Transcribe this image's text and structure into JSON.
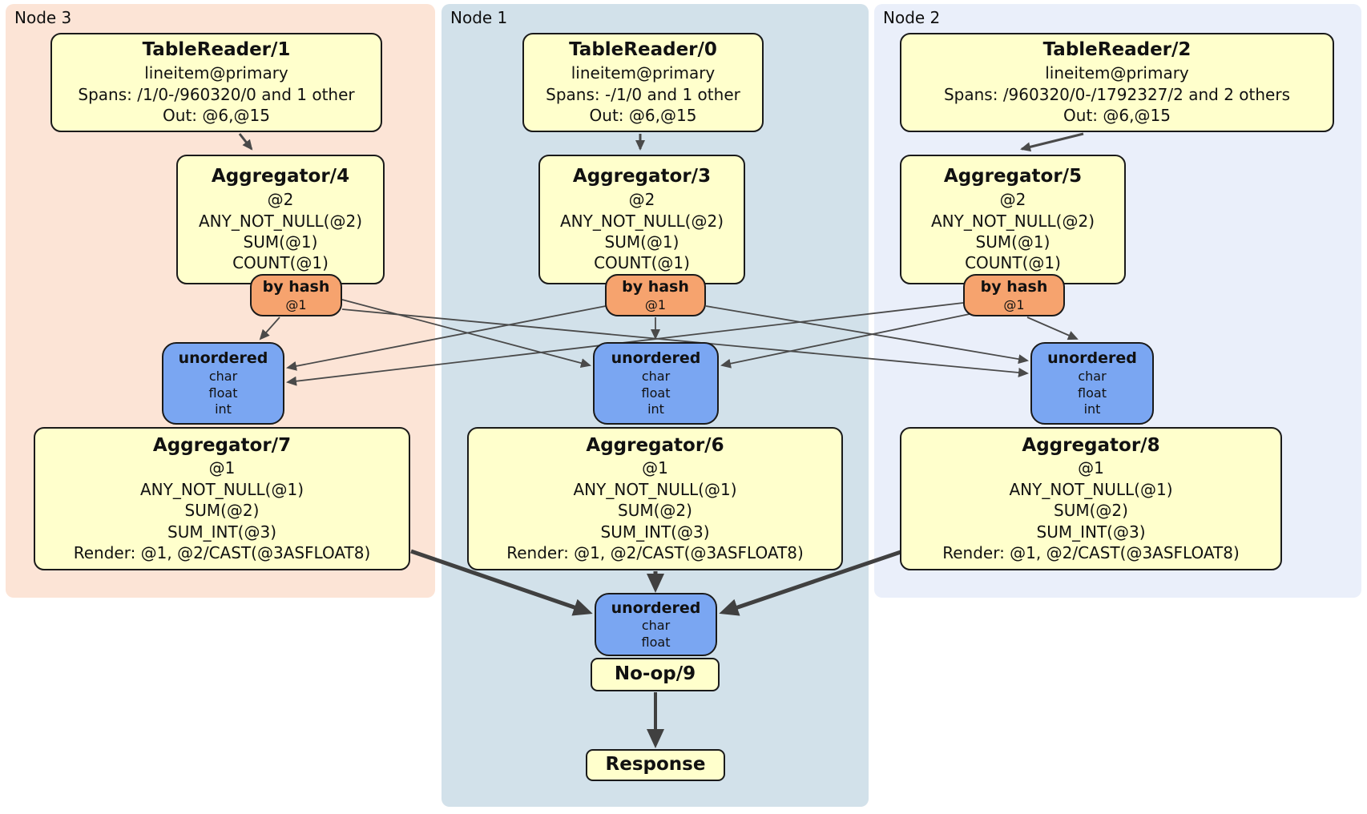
{
  "panels": [
    {
      "id": "node3",
      "label": "Node 3",
      "bg": "#fce4d6"
    },
    {
      "id": "node1",
      "label": "Node 1",
      "bg": "#d2e1ea"
    },
    {
      "id": "node2",
      "label": "Node 2",
      "bg": "#eaeffa"
    }
  ],
  "processors": {
    "tablereader1": {
      "title": "TableReader/1",
      "details": [
        "lineitem@primary",
        "Spans: /1/0-/960320/0 and 1 other",
        "Out: @6,@15"
      ]
    },
    "tablereader0": {
      "title": "TableReader/0",
      "details": [
        "lineitem@primary",
        "Spans: -/1/0 and 1 other",
        "Out: @6,@15"
      ]
    },
    "tablereader2": {
      "title": "TableReader/2",
      "details": [
        "lineitem@primary",
        "Spans: /960320/0-/1792327/2 and 2 others",
        "Out: @6,@15"
      ]
    },
    "aggregator4": {
      "title": "Aggregator/4",
      "details": [
        "@2",
        "ANY_NOT_NULL(@2)",
        "SUM(@1)",
        "COUNT(@1)"
      ]
    },
    "aggregator3": {
      "title": "Aggregator/3",
      "details": [
        "@2",
        "ANY_NOT_NULL(@2)",
        "SUM(@1)",
        "COUNT(@1)"
      ]
    },
    "aggregator5": {
      "title": "Aggregator/5",
      "details": [
        "@2",
        "ANY_NOT_NULL(@2)",
        "SUM(@1)",
        "COUNT(@1)"
      ]
    },
    "aggregator7": {
      "title": "Aggregator/7",
      "details": [
        "@1",
        "ANY_NOT_NULL(@1)",
        "SUM(@2)",
        "SUM_INT(@3)",
        "Render: @1, @2/CAST(@3ASFLOAT8)"
      ]
    },
    "aggregator6": {
      "title": "Aggregator/6",
      "details": [
        "@1",
        "ANY_NOT_NULL(@1)",
        "SUM(@2)",
        "SUM_INT(@3)",
        "Render: @1, @2/CAST(@3ASFLOAT8)"
      ]
    },
    "aggregator8": {
      "title": "Aggregator/8",
      "details": [
        "@1",
        "ANY_NOT_NULL(@1)",
        "SUM(@2)",
        "SUM_INT(@3)",
        "Render: @1, @2/CAST(@3ASFLOAT8)"
      ]
    },
    "noop9": {
      "title": "No-op/9"
    },
    "response": {
      "title": "Response"
    }
  },
  "routers": {
    "byhash_node3": {
      "title": "by hash",
      "key": "@1"
    },
    "byhash_node1": {
      "title": "by hash",
      "key": "@1"
    },
    "byhash_node2": {
      "title": "by hash",
      "key": "@1"
    }
  },
  "streams": {
    "unordered_node3": {
      "title": "unordered",
      "types": [
        "char",
        "float",
        "int"
      ]
    },
    "unordered_node1": {
      "title": "unordered",
      "types": [
        "char",
        "float",
        "int"
      ]
    },
    "unordered_node2": {
      "title": "unordered",
      "types": [
        "char",
        "float",
        "int"
      ]
    },
    "unordered_final": {
      "title": "unordered",
      "types": [
        "char",
        "float"
      ]
    }
  },
  "edges": [
    {
      "from": "TableReader/1",
      "to": "Aggregator/4"
    },
    {
      "from": "TableReader/0",
      "to": "Aggregator/3"
    },
    {
      "from": "TableReader/2",
      "to": "Aggregator/5"
    },
    {
      "from": "by hash (Node 3)",
      "to": "unordered (Node 3)"
    },
    {
      "from": "by hash (Node 3)",
      "to": "unordered (Node 1)"
    },
    {
      "from": "by hash (Node 3)",
      "to": "unordered (Node 2)"
    },
    {
      "from": "by hash (Node 1)",
      "to": "unordered (Node 1)"
    },
    {
      "from": "by hash (Node 1)",
      "to": "unordered (Node 3)"
    },
    {
      "from": "by hash (Node 1)",
      "to": "unordered (Node 2)"
    },
    {
      "from": "by hash (Node 2)",
      "to": "unordered (Node 2)"
    },
    {
      "from": "by hash (Node 2)",
      "to": "unordered (Node 3)"
    },
    {
      "from": "by hash (Node 2)",
      "to": "unordered (Node 1)"
    },
    {
      "from": "Aggregator/7",
      "to": "unordered (final)"
    },
    {
      "from": "Aggregator/6",
      "to": "unordered (final)"
    },
    {
      "from": "Aggregator/8",
      "to": "unordered (final)"
    },
    {
      "from": "No-op/9",
      "to": "Response"
    }
  ],
  "colors": {
    "panel_node3_bg": "#fce4d6",
    "panel_node1_bg": "#d2e1ea",
    "panel_node2_bg": "#eaeffa",
    "processor_bg": "#ffffcc",
    "router_bg": "#f6a36e",
    "stream_bg": "#7aa6f2",
    "edge": "#4a4a4a",
    "border": "#1a1a1a"
  }
}
